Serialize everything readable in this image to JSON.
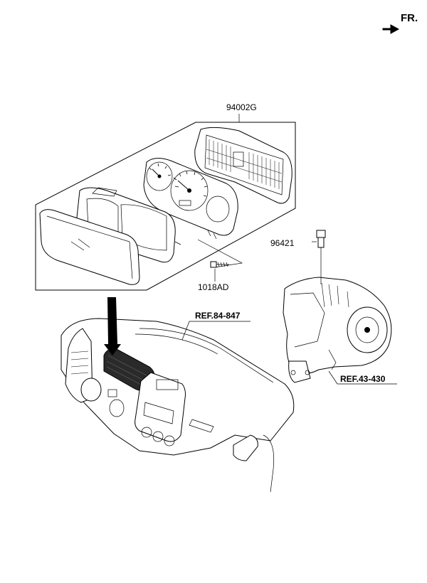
{
  "direction": {
    "label": "FR.",
    "icon": "forward-arrow-icon"
  },
  "callouts": {
    "cluster_assembly": "94002G",
    "sensor": "96421",
    "screw": "1018AD"
  },
  "references": {
    "crash_pad": "REF.84-847",
    "transaxle": "REF.43-430"
  }
}
